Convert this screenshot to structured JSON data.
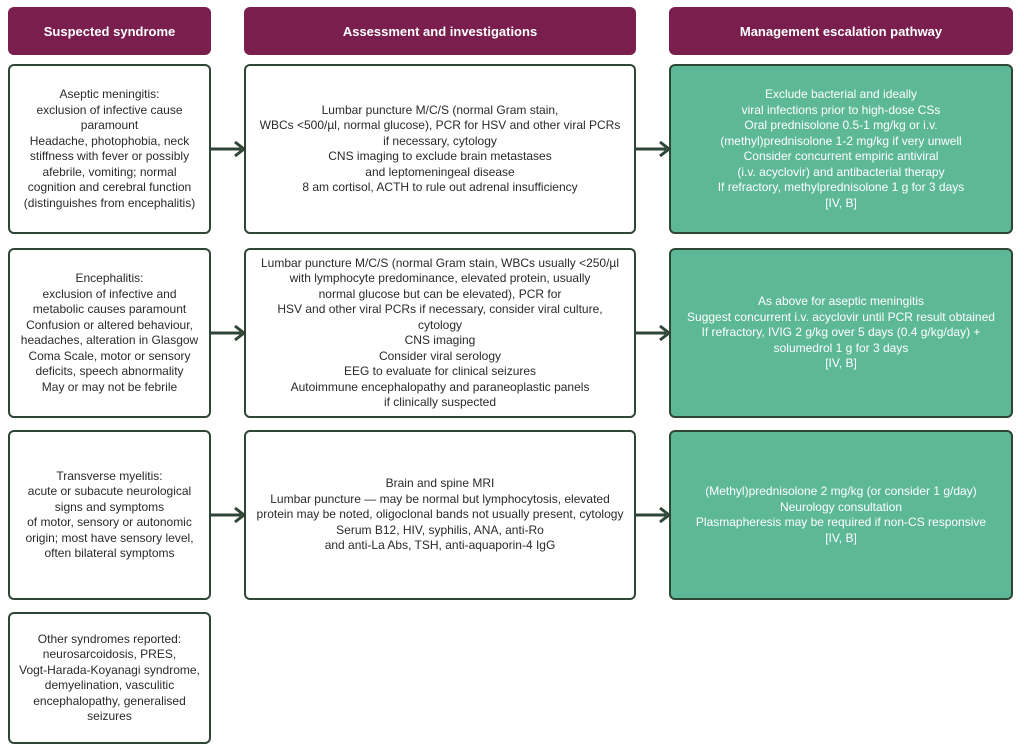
{
  "headers": {
    "col1": "Suspected syndrome",
    "col2": "Assessment and investigations",
    "col3": "Management escalation pathway"
  },
  "rows": [
    {
      "syndrome": "Aseptic meningitis:\nexclusion of infective cause\nparamount\nHeadache, photophobia, neck\nstiffness with fever or possibly\nafebrile, vomiting; normal\ncognition and cerebral function\n(distinguishes from encephalitis)",
      "assessment": "Lumbar puncture M/C/S (normal Gram stain,\nWBCs <500/µl, normal glucose), PCR for HSV and other viral PCRs\nif necessary, cytology\nCNS imaging to exclude brain metastases\nand leptomeningeal disease\n8 am cortisol, ACTH to rule out adrenal insufficiency",
      "management": "Exclude bacterial and ideally\nviral infections prior to high-dose CSs\nOral prednisolone 0.5-1 mg/kg or i.v.\n(methyl)prednisolone 1-2 mg/kg if very unwell\nConsider concurrent empiric antiviral\n(i.v. acyclovir) and antibacterial therapy\nIf refractory, methylprednisolone 1 g for 3 days\n[IV, B]"
    },
    {
      "syndrome": "Encephalitis:\nexclusion of infective and\nmetabolic causes paramount\nConfusion or altered behaviour,\nheadaches, alteration in Glasgow\nComa Scale, motor or sensory\ndeficits, speech abnormality\nMay or may not be febrile",
      "assessment": "Lumbar puncture M/C/S (normal Gram stain, WBCs usually <250/µl\nwith lymphocyte predominance, elevated protein, usually\nnormal glucose but can be elevated), PCR for\nHSV and other viral PCRs if necessary, consider viral culture, cytology\nCNS imaging\nConsider viral serology\nEEG to evaluate for clinical seizures\nAutoimmune encephalopathy and paraneoplastic panels\nif clinically suspected",
      "management": "As above for aseptic meningitis\nSuggest concurrent i.v. acyclovir until PCR result obtained\nIf refractory, IVIG 2 g/kg over 5 days (0.4 g/kg/day) +\nsolumedrol 1 g for 3 days\n[IV, B]"
    },
    {
      "syndrome": "Transverse myelitis:\nacute or subacute neurological\nsigns and symptoms\nof motor, sensory or autonomic\norigin; most have sensory level,\noften bilateral symptoms",
      "assessment": "Brain and spine MRI\nLumbar puncture — may be normal but lymphocytosis, elevated\nprotein may be noted, oligoclonal bands not usually present, cytology\nSerum B12, HIV, syphilis, ANA, anti-Ro\nand anti-La Abs, TSH, anti-aquaporin-4 IgG",
      "management": "(Methyl)prednisolone 2 mg/kg (or consider 1 g/day)\nNeurology consultation\nPlasmapheresis may be required if non-CS responsive\n[IV, B]"
    }
  ],
  "other": "Other syndromes reported:\nneurosarcoidosis, PRES,\nVogt-Harada-Koyanagi syndrome,\ndemyelination, vasculitic\nencephalopathy, generalised\nseizures",
  "colors": {
    "header": "#7a1e4e",
    "management_fill": "#5db897",
    "border": "#2f4637"
  }
}
